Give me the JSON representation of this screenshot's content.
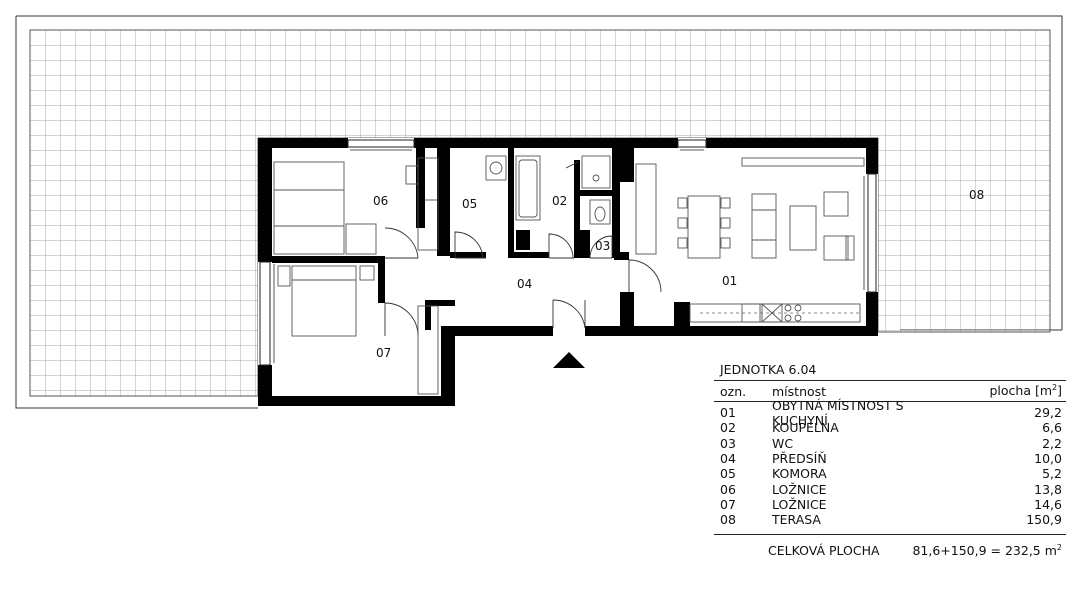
{
  "rooms": [
    {
      "code": "01",
      "name": "OBYTNÁ MÍSTNOST S KUCHYNÍ",
      "area": "29,2"
    },
    {
      "code": "02",
      "name": "KOUPELNA",
      "area": "6,6"
    },
    {
      "code": "03",
      "name": "WC",
      "area": "2,2"
    },
    {
      "code": "04",
      "name": "PŘEDSÍŇ",
      "area": "10,0"
    },
    {
      "code": "05",
      "name": "KOMORA",
      "area": "5,2"
    },
    {
      "code": "06",
      "name": "LOŽNICE",
      "area": "13,8"
    },
    {
      "code": "07",
      "name": "LOŽNICE",
      "area": "14,6"
    },
    {
      "code": "08",
      "name": "TERASA",
      "area": "150,9"
    }
  ],
  "legend": {
    "title": "JEDNOTKA 6.04",
    "col_code": "ozn.",
    "col_name": "místnost",
    "col_area": "plocha [m",
    "col_area_sup": "2",
    "col_area_close": "]",
    "total_label": "CELKOVÁ PLOCHA",
    "total_value": "81,6+150,9 = 232,5 m",
    "total_sup": "2"
  },
  "colors": {
    "wall": "#000000",
    "line": "#555555",
    "grid": "#8a8a8a"
  }
}
